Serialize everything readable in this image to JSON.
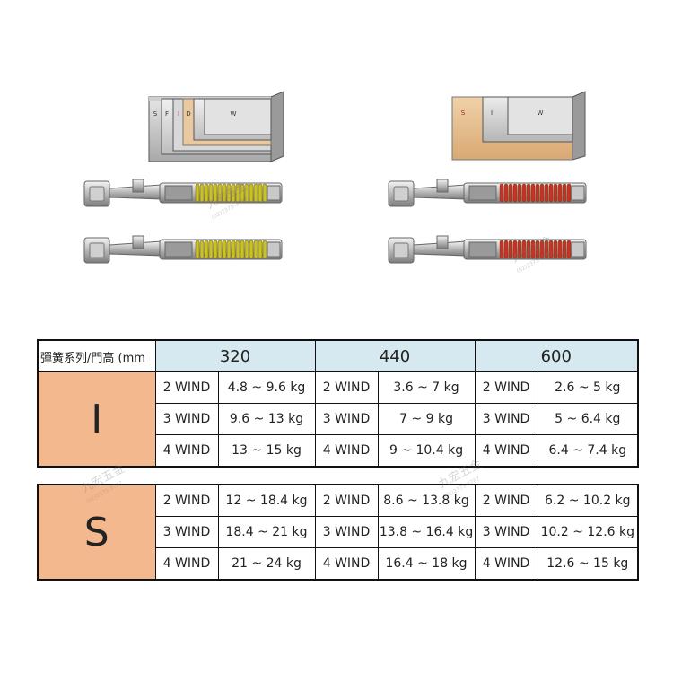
{
  "diagrams": {
    "left_box_labels": [
      "S",
      "F",
      "I",
      "D",
      "W"
    ],
    "right_box_labels": [
      "S",
      "I",
      "W"
    ],
    "watermark_text": [
      "九",
      "宏",
      "五",
      "金",
      "(02)2375-3787"
    ]
  },
  "colors": {
    "header_bg": "#d6e8f0",
    "series_bg": "#f4b88e",
    "yellow_spring": "#c9c226",
    "red_spring": "#c8312b"
  },
  "table": {
    "corner_label": "彈簧系列/門高 (mm",
    "heights": [
      "320",
      "440",
      "600"
    ],
    "groups": [
      {
        "series": "I",
        "rows": [
          [
            "2 WIND",
            "4.8 ~ 9.6 kg",
            "2 WIND",
            "3.6 ~ 7 kg",
            "2 WIND",
            "2.6 ~ 5 kg"
          ],
          [
            "3 WIND",
            "9.6 ~ 13 kg",
            "3 WIND",
            "7 ~ 9 kg",
            "3 WIND",
            "5 ~ 6.4 kg"
          ],
          [
            "4 WIND",
            "13 ~ 15 kg",
            "4 WIND",
            "9 ~ 10.4 kg",
            "4 WIND",
            "6.4 ~ 7.4 kg"
          ]
        ]
      },
      {
        "series": "S",
        "rows": [
          [
            "2 WIND",
            "12 ~  18.4 kg",
            "2 WIND",
            "8.6 ~ 13.8 kg",
            "2 WIND",
            "6.2 ~ 10.2 kg"
          ],
          [
            "3 WIND",
            "18.4 ~ 21 kg",
            "3 WIND",
            "13.8 ~ 16.4 kg",
            "3 WIND",
            "10.2 ~ 12.6 kg"
          ],
          [
            "4 WIND",
            "21 ~ 24 kg",
            "4 WIND",
            "16.4 ~ 18 kg",
            "4 WIND",
            "12.6 ~ 15 kg"
          ]
        ]
      }
    ]
  }
}
